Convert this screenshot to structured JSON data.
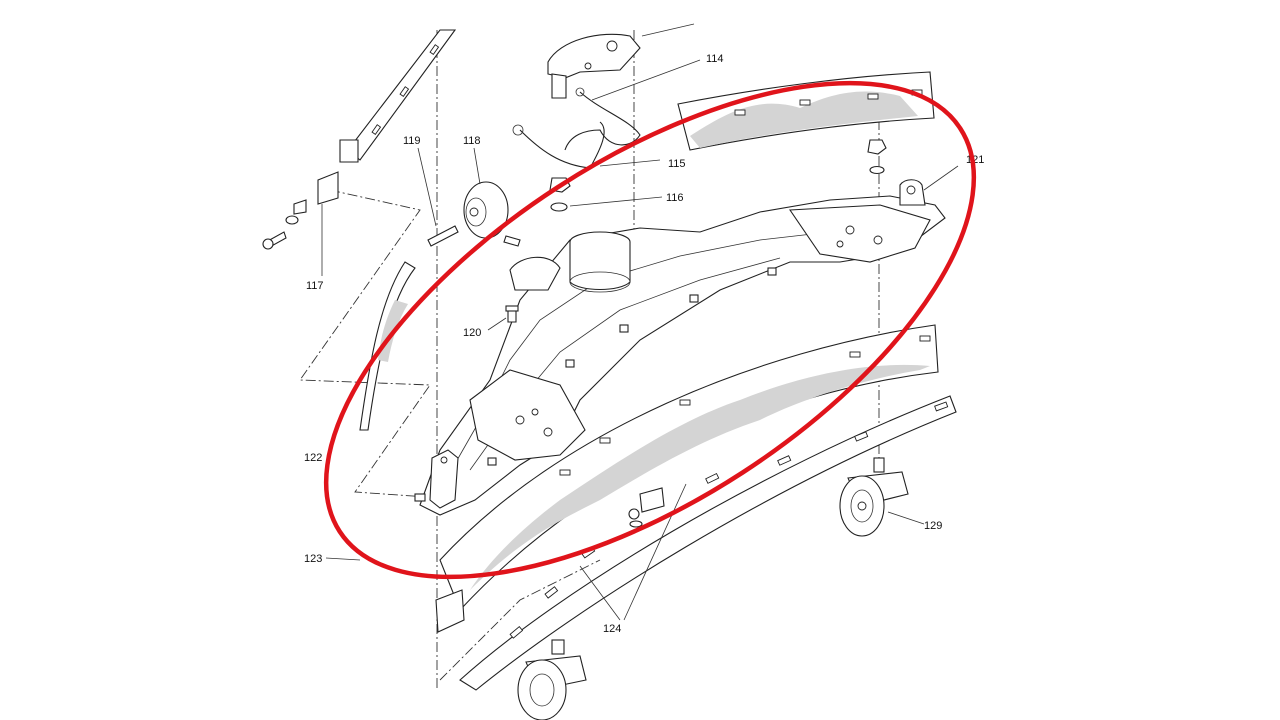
{
  "diagram": {
    "callouts": [
      {
        "id": "114",
        "label": "114"
      },
      {
        "id": "115",
        "label": "115"
      },
      {
        "id": "116",
        "label": "116"
      },
      {
        "id": "117",
        "label": "117"
      },
      {
        "id": "118",
        "label": "118"
      },
      {
        "id": "119",
        "label": "119"
      },
      {
        "id": "120",
        "label": "120"
      },
      {
        "id": "121",
        "label": "121"
      },
      {
        "id": "122",
        "label": "122"
      },
      {
        "id": "123",
        "label": "123"
      },
      {
        "id": "124",
        "label": "124"
      },
      {
        "id": "129",
        "label": "129"
      }
    ],
    "highlight": {
      "color": "#e0141b"
    },
    "colors": {
      "line": "#222222",
      "shade": "#d4d4d4",
      "background": "#ffffff"
    }
  }
}
